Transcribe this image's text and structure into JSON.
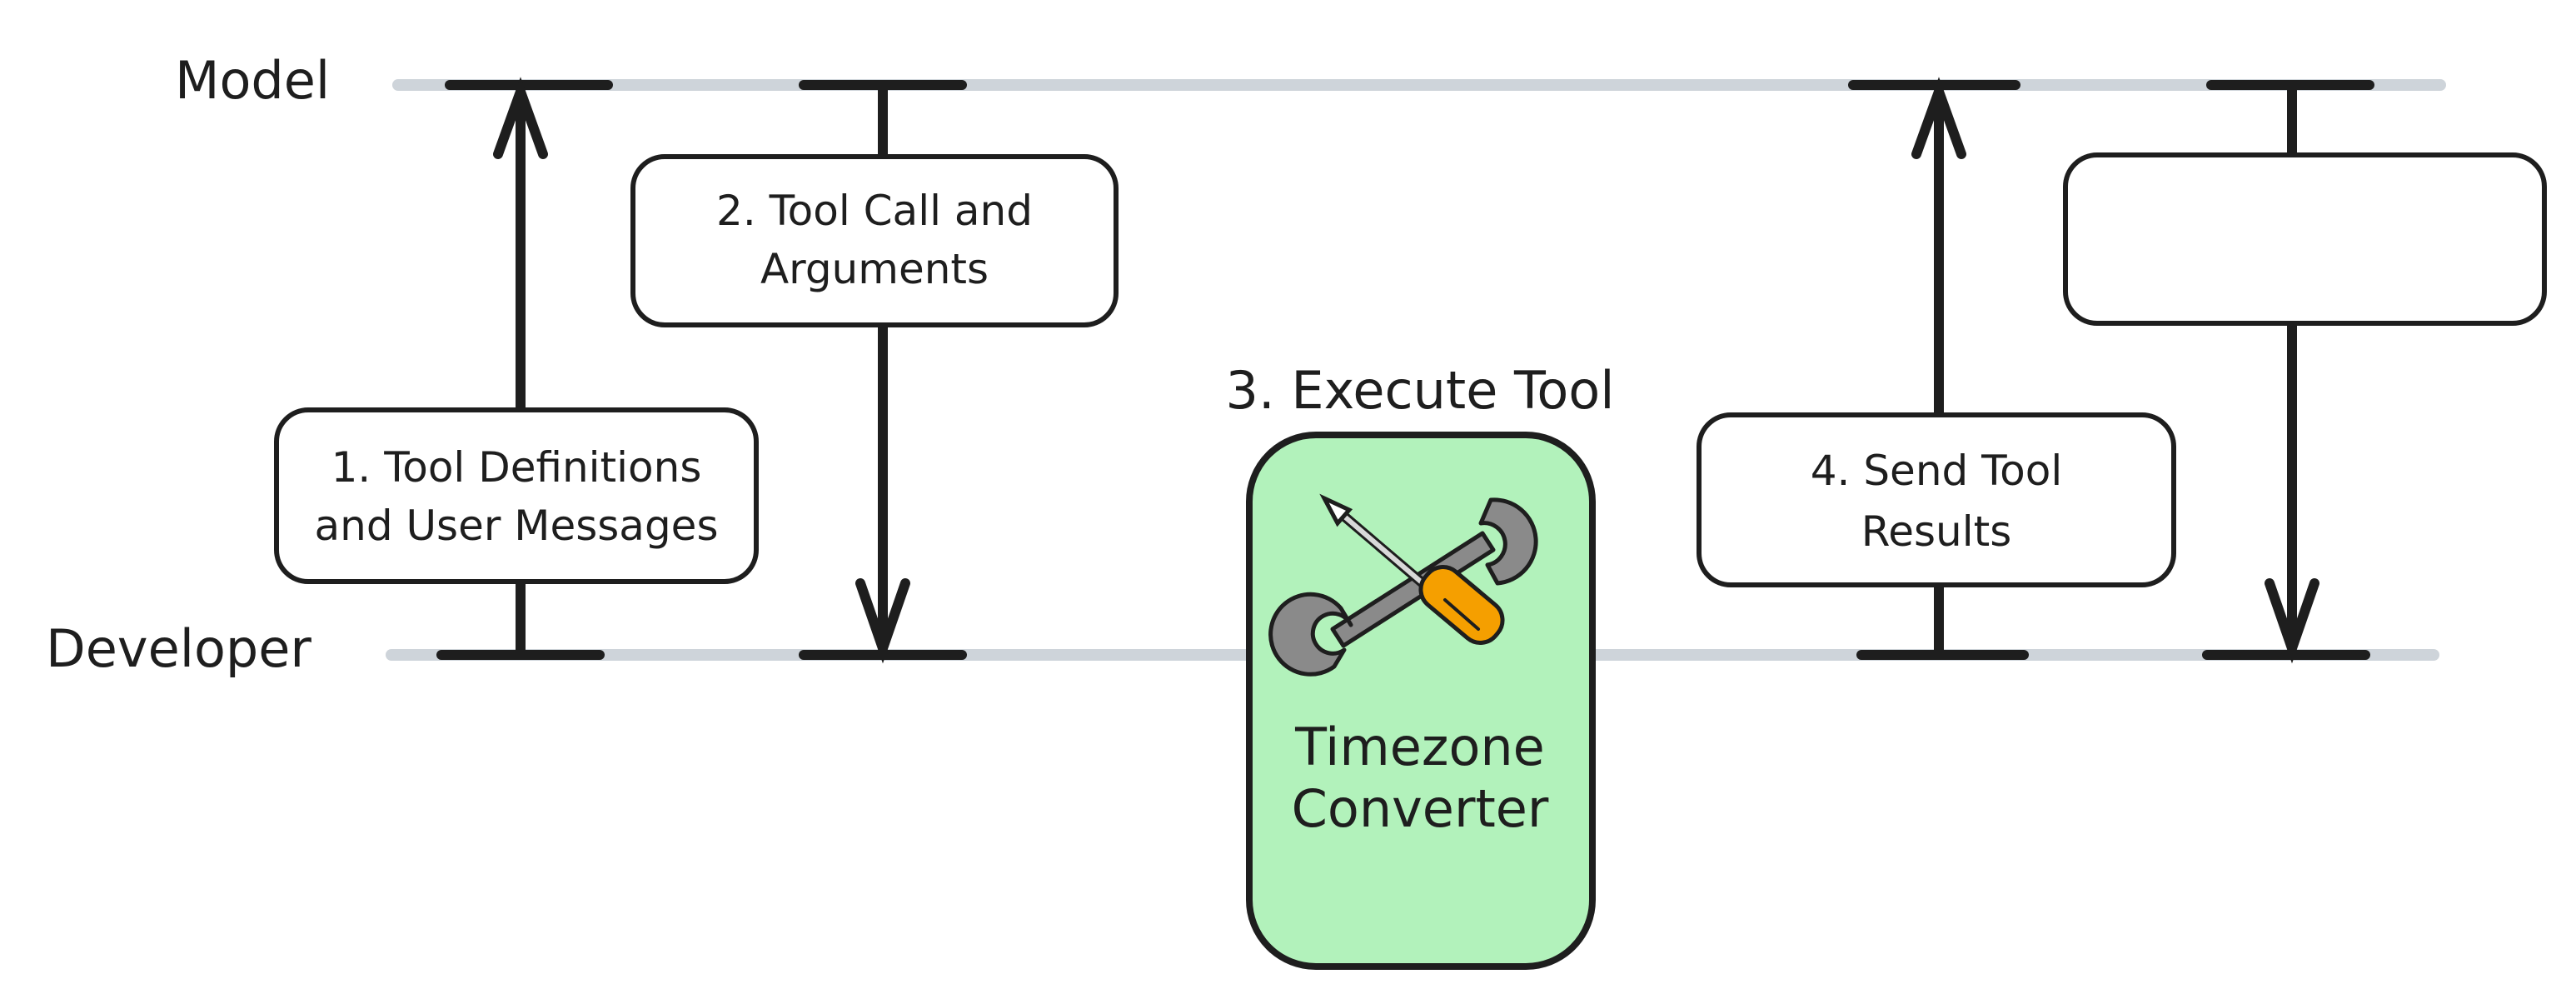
{
  "lanes": {
    "top": "Model",
    "bottom": "Developer"
  },
  "steps": [
    {
      "id": "step1",
      "lines": [
        "1. Tool Definitions",
        "and User Messages"
      ],
      "direction": "up"
    },
    {
      "id": "step2",
      "lines": [
        "2. Tool Call and",
        "Arguments"
      ],
      "direction": "down"
    },
    {
      "id": "step3",
      "title": "3. Execute Tool"
    },
    {
      "id": "step4",
      "lines": [
        "4. Send Tool",
        "Results"
      ],
      "direction": "up"
    },
    {
      "id": "step5",
      "lines": [
        "",
        ""
      ],
      "direction": "down"
    }
  ],
  "tool": {
    "name_lines": [
      "Timezone",
      "Converter"
    ],
    "icon": "wrench-screwdriver-icon",
    "fill_color": "#b2f2bb"
  },
  "colors": {
    "lane": "#ced4da",
    "stroke": "#1e1e1e",
    "box_fill": "#ffffff",
    "wrench": "#8a8a8a",
    "screwdriver_handle": "#f59f00"
  }
}
